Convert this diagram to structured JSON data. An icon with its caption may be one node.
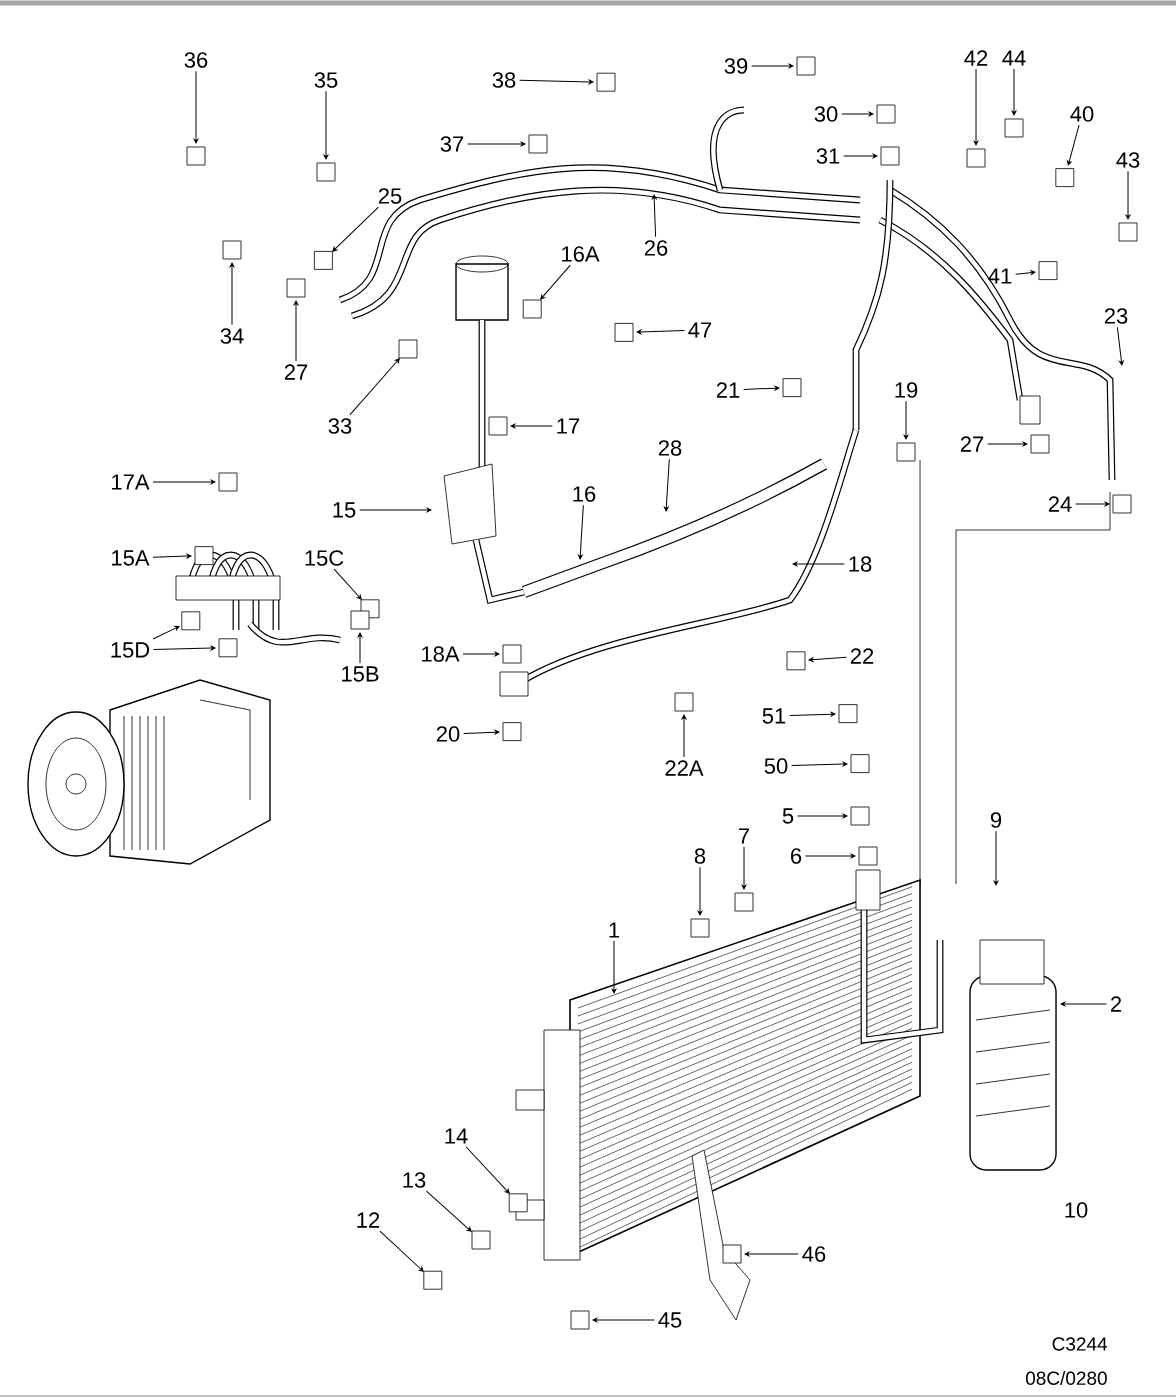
{
  "diagram": {
    "nodes": [
      {
        "text": [
          "36"
        ]
      },
      {
        "text": [
          "35"
        ]
      },
      {
        "text": [
          "38"
        ]
      },
      {
        "text": [
          "39"
        ]
      },
      {
        "text": [
          "42"
        ]
      },
      {
        "text": [
          "44"
        ]
      },
      {
        "text": [
          "30"
        ]
      },
      {
        "text": [
          "40"
        ]
      },
      {
        "text": [
          "37"
        ]
      },
      {
        "text": [
          "31"
        ]
      },
      {
        "text": [
          "43"
        ]
      },
      {
        "text": [
          "25"
        ]
      },
      {
        "text": [
          "16A"
        ]
      },
      {
        "text": [
          "26"
        ]
      },
      {
        "text": [
          "41"
        ]
      },
      {
        "text": [
          "23"
        ]
      },
      {
        "text": [
          "34"
        ]
      },
      {
        "text": [
          "47"
        ]
      },
      {
        "text": [
          "27"
        ]
      },
      {
        "text": [
          "21"
        ]
      },
      {
        "text": [
          "19"
        ]
      },
      {
        "text": [
          "33"
        ]
      },
      {
        "text": [
          "17"
        ]
      },
      {
        "text": [
          "28"
        ]
      },
      {
        "text": [
          "27"
        ]
      },
      {
        "text": [
          "17A"
        ]
      },
      {
        "text": [
          "16"
        ]
      },
      {
        "text": [
          "24"
        ]
      },
      {
        "text": [
          "15"
        ]
      },
      {
        "text": [
          "15A"
        ]
      },
      {
        "text": [
          "15C"
        ]
      },
      {
        "text": [
          "18"
        ]
      },
      {
        "text": [
          "15D"
        ]
      },
      {
        "text": [
          "18A"
        ]
      },
      {
        "text": [
          "22"
        ]
      },
      {
        "text": [
          "15B"
        ]
      },
      {
        "text": [
          "51"
        ]
      },
      {
        "text": [
          "20"
        ]
      },
      {
        "text": [
          "22A"
        ]
      },
      {
        "text": [
          "50"
        ]
      },
      {
        "text": [
          "5"
        ]
      },
      {
        "text": [
          "7"
        ]
      },
      {
        "text": [
          "6"
        ]
      },
      {
        "text": [
          "8"
        ]
      },
      {
        "text": [
          "9"
        ]
      },
      {
        "text": [
          "1"
        ]
      },
      {
        "text": [
          "2"
        ]
      },
      {
        "text": [
          "14"
        ]
      },
      {
        "text": [
          "13"
        ]
      },
      {
        "text": [
          "12"
        ]
      },
      {
        "text": [
          "46"
        ]
      },
      {
        "text": [
          "45"
        ]
      }
    ],
    "edges": [
      {
        "from": 0,
        "to": null,
        "arrow": "to"
      },
      {
        "from": 1,
        "to": null,
        "arrow": "to"
      },
      {
        "from": 2,
        "to": null,
        "arrow": "to"
      },
      {
        "from": 3,
        "to": null,
        "arrow": "to"
      },
      {
        "from": 4,
        "to": null,
        "arrow": "to"
      },
      {
        "from": 5,
        "to": null,
        "arrow": "to"
      },
      {
        "from": 6,
        "to": null,
        "arrow": "to"
      },
      {
        "from": 7,
        "to": null,
        "arrow": "to"
      },
      {
        "from": 8,
        "to": null,
        "arrow": "to"
      },
      {
        "from": 9,
        "to": null,
        "arrow": "to"
      },
      {
        "from": 10,
        "to": null,
        "arrow": "to"
      },
      {
        "from": 11,
        "to": null,
        "arrow": "to"
      },
      {
        "from": 12,
        "to": null,
        "arrow": "to"
      },
      {
        "from": 13,
        "to": null,
        "arrow": "to"
      },
      {
        "from": 14,
        "to": null,
        "arrow": "to"
      },
      {
        "from": 15,
        "to": null,
        "arrow": "to"
      },
      {
        "from": 16,
        "to": null,
        "arrow": "to"
      },
      {
        "from": 17,
        "to": null,
        "arrow": "to"
      },
      {
        "from": 18,
        "to": null,
        "arrow": "to"
      },
      {
        "from": 19,
        "to": null,
        "arrow": "to"
      },
      {
        "from": 20,
        "to": null,
        "arrow": "to"
      },
      {
        "from": 21,
        "to": null,
        "arrow": "to"
      },
      {
        "from": 22,
        "to": null,
        "arrow": "to"
      },
      {
        "from": 23,
        "to": null,
        "arrow": "to"
      },
      {
        "from": 24,
        "to": null,
        "arrow": "to"
      },
      {
        "from": 25,
        "to": null,
        "arrow": "to"
      },
      {
        "from": 26,
        "to": null,
        "arrow": "to"
      },
      {
        "from": 27,
        "to": null,
        "arrow": "to"
      },
      {
        "from": 28,
        "to": null,
        "arrow": "to"
      },
      {
        "from": 29,
        "to": null,
        "arrow": "to"
      },
      {
        "from": 30,
        "to": null,
        "arrow": "to"
      },
      {
        "from": 31,
        "to": null,
        "arrow": "to"
      },
      {
        "from": 32,
        "to": null,
        "arrow": "to"
      },
      {
        "from": 32,
        "to": null,
        "arrow": "to"
      },
      {
        "from": 33,
        "to": null,
        "arrow": "to"
      },
      {
        "from": 34,
        "to": null,
        "arrow": "to"
      },
      {
        "from": 35,
        "to": null,
        "arrow": "to"
      },
      {
        "from": 36,
        "to": null,
        "arrow": "to"
      },
      {
        "from": 37,
        "to": null,
        "arrow": "to"
      },
      {
        "from": 38,
        "to": null,
        "arrow": "to"
      },
      {
        "from": 39,
        "to": null,
        "arrow": "to"
      },
      {
        "from": 40,
        "to": null,
        "arrow": "to"
      },
      {
        "from": 41,
        "to": null,
        "arrow": "to"
      },
      {
        "from": 42,
        "to": null,
        "arrow": "to"
      },
      {
        "from": 43,
        "to": null,
        "arrow": "to"
      },
      {
        "from": 44,
        "to": null,
        "arrow": "to"
      },
      {
        "from": 45,
        "to": null,
        "arrow": "to"
      },
      {
        "from": 46,
        "to": null,
        "arrow": "to"
      },
      {
        "from": 47,
        "to": null,
        "arrow": "to"
      },
      {
        "from": 48,
        "to": null,
        "arrow": "to"
      },
      {
        "from": 49,
        "to": null,
        "arrow": "to"
      },
      {
        "from": 50,
        "to": null,
        "arrow": "to"
      },
      {
        "from": 51,
        "to": null,
        "arrow": "to"
      }
    ],
    "labels": [
      "10",
      "C3244",
      "08C/0280"
    ]
  }
}
